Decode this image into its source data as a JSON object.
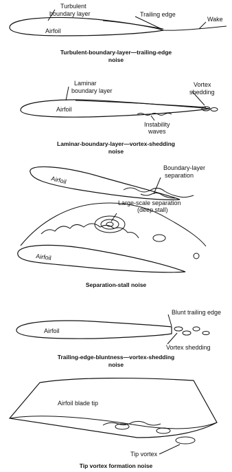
{
  "panels": [
    {
      "id": "turbulent",
      "caption_line1": "Turbulent-boundary-layer—trailing-edge",
      "caption_line2": "noise",
      "labels": {
        "airfoil": "Airfoil",
        "boundary": "Turbulent",
        "boundary2": "boundary layer",
        "trailing": "Trailing edge",
        "wake": "Wake"
      }
    },
    {
      "id": "laminar",
      "caption_line1": "Laminar-boundary-layer—vortex-shedding",
      "caption_line2": "noise",
      "labels": {
        "airfoil": "Airfoil",
        "boundary": "Laminar",
        "boundary2": "boundary layer",
        "vortex": "Vortex",
        "vortex2": "shedding",
        "instability": "Instability",
        "instability2": "waves"
      }
    },
    {
      "id": "separation",
      "caption_line1": "Separation-stall noise",
      "labels": {
        "airfoil_a": "Airfoil",
        "airfoil_b": "Airfoil",
        "bl_sep": "Boundary-layer",
        "bl_sep2": "separation",
        "large": "Large-scale separation",
        "large2": "(deep stall)"
      }
    },
    {
      "id": "bluntness",
      "caption_line1": "Trailing-edge-bluntness—vortex-shedding",
      "caption_line2": "noise",
      "labels": {
        "airfoil": "Airfoil",
        "blunt": "Blunt trailing edge",
        "vortex": "Vortex shedding"
      }
    },
    {
      "id": "tip",
      "caption_line1": "Tip vortex formation noise",
      "labels": {
        "blade_tip": "Airfoil blade tip",
        "tip_vortex": "Tip vortex"
      }
    }
  ]
}
